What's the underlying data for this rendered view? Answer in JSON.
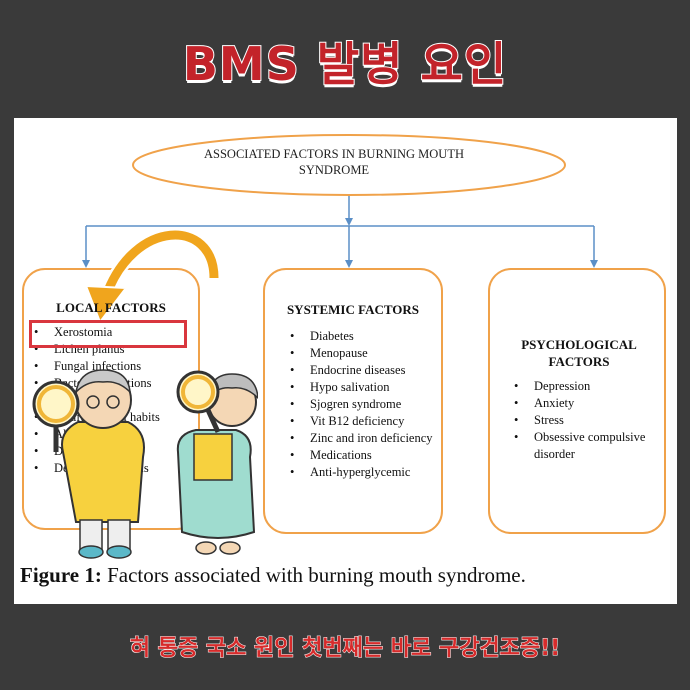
{
  "header": {
    "title": "BMS 발병 요인"
  },
  "diagram": {
    "root": "ASSOCIATED FACTORS IN BURNING MOUTH SYNDROME",
    "boxes": [
      {
        "title": "LOCAL FACTORS",
        "items": [
          "Xerostomia",
          "Lichen planus",
          "Fungal infections",
          "Bacterial infections",
          "Viral infections",
          "Parafunctional habits",
          "Allergies",
          "Denture",
          "Dental restorations"
        ]
      },
      {
        "title": "SYSTEMIC FACTORS",
        "items": [
          "Diabetes",
          "Menopause",
          "Endocrine diseases",
          "Hypo salivation",
          "Sjogren syndrome",
          "Vit B12 deficiency",
          "Zinc and iron deficiency",
          "Medications",
          "Anti-hyperglycemic"
        ]
      },
      {
        "title": "PSYCHOLOGICAL FACTORS",
        "items": [
          "Depression",
          "Anxiety",
          "Stress",
          "Obsessive compulsive disorder"
        ]
      }
    ],
    "caption_label": "Figure 1:",
    "caption_text": " Factors associated with burning mouth syndrome."
  },
  "footer": {
    "text": "혀 통증 국소 원인 첫번째는 바로 구강건조증!!"
  },
  "colors": {
    "box_border": "#f0a24a",
    "connector": "#5b8fc7",
    "highlight": "#d9363e",
    "arrow": "#f0a51d"
  },
  "illustration": {
    "icon": "elderly-couple-with-magnifying-glasses"
  }
}
